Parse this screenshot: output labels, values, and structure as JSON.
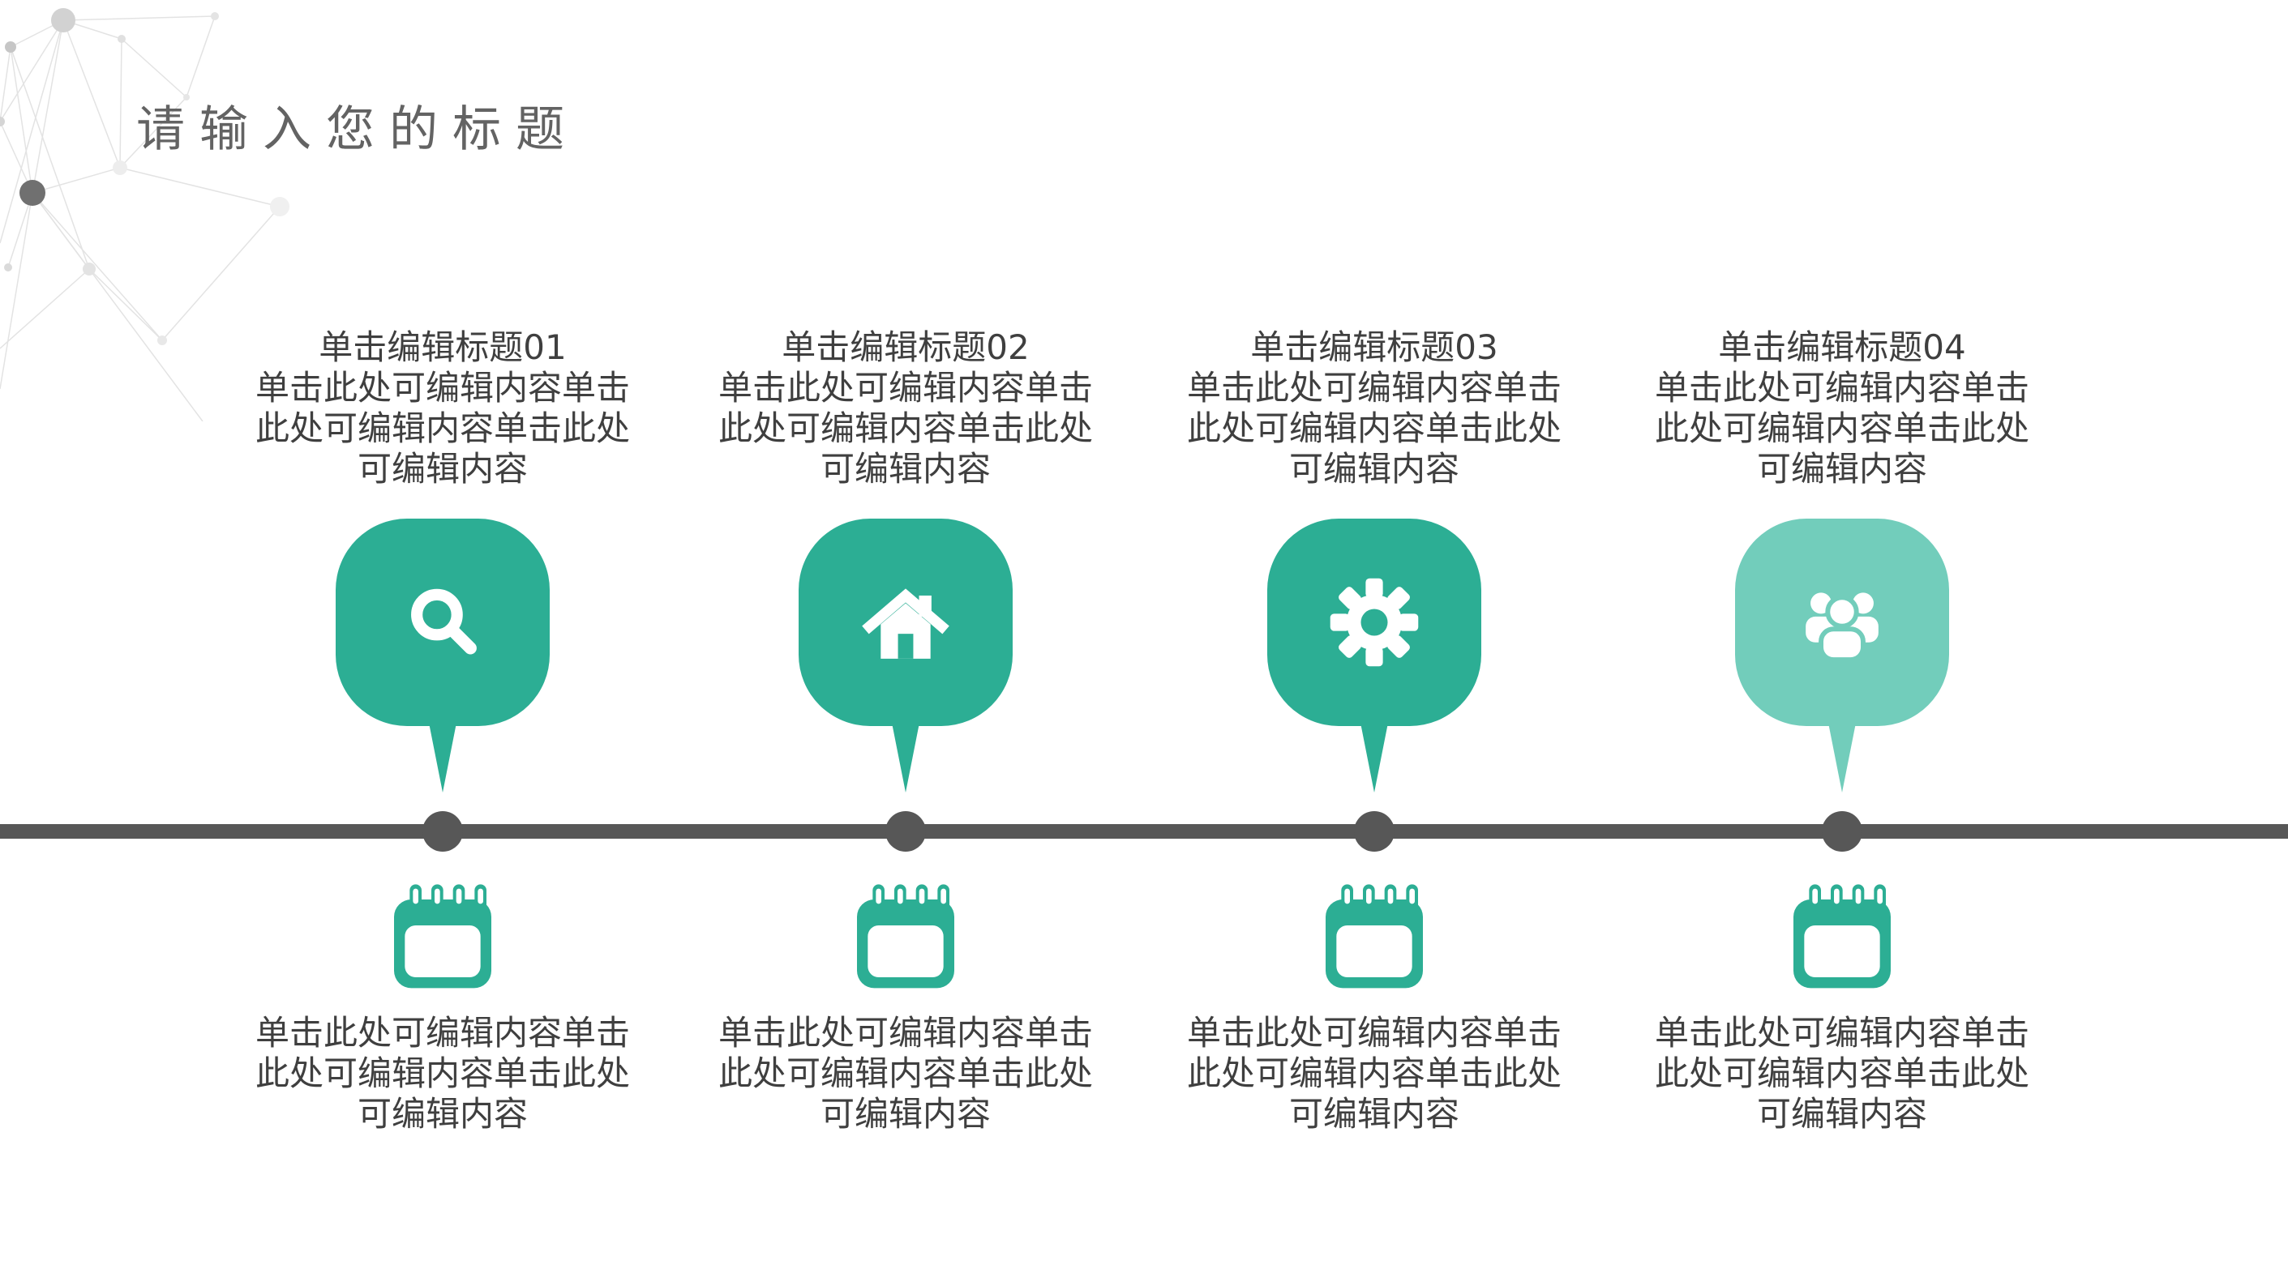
{
  "slide": {
    "title": "请输入您的标题"
  },
  "colors": {
    "teal": "#2CAE94",
    "teal_light": "#72CDBB",
    "timeline_gray": "#575757",
    "text_dark": "#3F3F3F",
    "title_gray": "#636363"
  },
  "items": [
    {
      "title": "单击编辑标题01",
      "icon": "search-icon",
      "desc": "单击此处可编辑内容单击此处可编辑内容单击此处可编辑内容",
      "note": "单击此处可编辑内容单击此处可编辑内容单击此处可编辑内容"
    },
    {
      "title": "单击编辑标题02",
      "icon": "home-icon",
      "desc": "单击此处可编辑内容单击此处可编辑内容单击此处可编辑内容",
      "note": "单击此处可编辑内容单击此处可编辑内容单击此处可编辑内容"
    },
    {
      "title": "单击编辑标题03",
      "icon": "gear-icon",
      "desc": "单击此处可编辑内容单击此处可编辑内容单击此处可编辑内容",
      "note": "单击此处可编辑内容单击此处可编辑内容单击此处可编辑内容"
    },
    {
      "title": "单击编辑标题04",
      "icon": "users-icon",
      "desc": "单击此处可编辑内容单击此处可编辑内容单击此处可编辑内容",
      "note": "单击此处可编辑内容单击此处可编辑内容单击此处可编辑内容"
    }
  ]
}
